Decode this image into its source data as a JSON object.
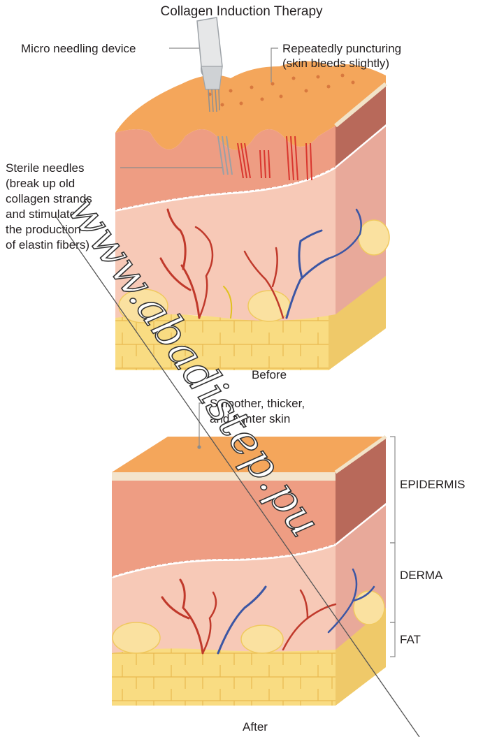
{
  "title": "Collagen Induction Therapy",
  "labels": {
    "device": "Micro needling device",
    "puncturing_l1": "Repeatedly puncturing",
    "puncturing_l2": "(skin bleeds slightly)",
    "needles_l1": "Sterile needles",
    "needles_l2": "(break up old",
    "needles_l3": "collagen strands",
    "needles_l4": "and stimulate",
    "needles_l5": "the production",
    "needles_l6": "of elastin fibers)",
    "before": "Before",
    "after": "After",
    "smoother_l1": "Smoother, thicker,",
    "smoother_l2": "and tighter skin",
    "epidermis": "EPIDERMIS",
    "derma": "DERMA",
    "fat": "FAT"
  },
  "watermark": "www.abadistep.pu",
  "colors": {
    "epidermis_top": "#f4a65b",
    "epidermis_side": "#b8695a",
    "epidermis_front": "#ee9d83",
    "derma_front": "#f7c9b7",
    "derma_side": "#e8a99a",
    "fat": "#f9dc82",
    "vessel_red": "#c0392b",
    "vessel_blue": "#3b56a4"
  }
}
